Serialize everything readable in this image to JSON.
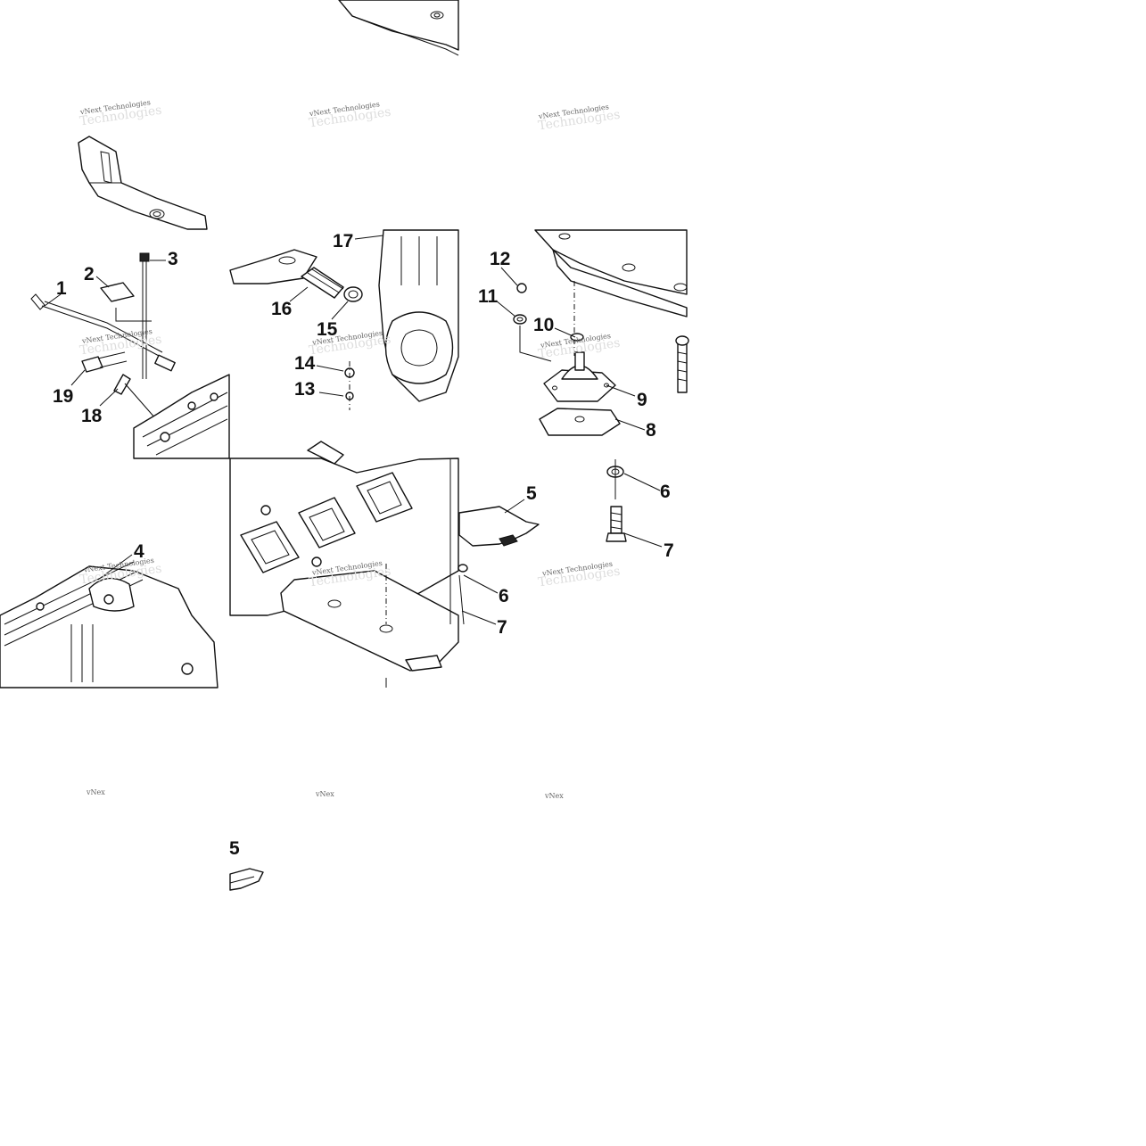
{
  "diagram": {
    "callouts": [
      "1",
      "2",
      "3",
      "4",
      "5",
      "6",
      "7",
      "8",
      "9",
      "10",
      "11",
      "12",
      "13",
      "14",
      "15",
      "16",
      "17",
      "18",
      "19",
      "6",
      "7",
      "5"
    ],
    "watermark": {
      "line1": "vNext Technologies",
      "fragment": "vNex"
    }
  }
}
